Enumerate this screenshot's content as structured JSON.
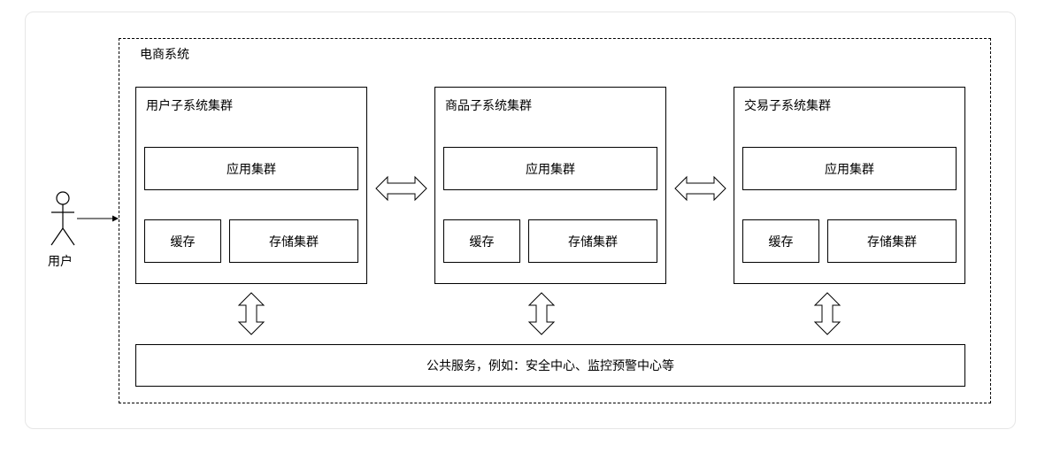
{
  "system": {
    "title": "电商系统"
  },
  "user": {
    "label": "用户"
  },
  "clusters": [
    {
      "title": "用户子系统集群",
      "app": "应用集群",
      "cache": "缓存",
      "storage": "存储集群"
    },
    {
      "title": "商品子系统集群",
      "app": "应用集群",
      "cache": "缓存",
      "storage": "存储集群"
    },
    {
      "title": "交易子系统集群",
      "app": "应用集群",
      "cache": "缓存",
      "storage": "存储集群"
    }
  ],
  "public_services": {
    "label": "公共服务，例如：安全中心、监控预警中心等"
  },
  "icons": {
    "actor": "user-actor-icon",
    "horizontal_arrow": "bidirectional-horizontal-arrow-icon",
    "vertical_arrow": "bidirectional-vertical-arrow-icon"
  }
}
